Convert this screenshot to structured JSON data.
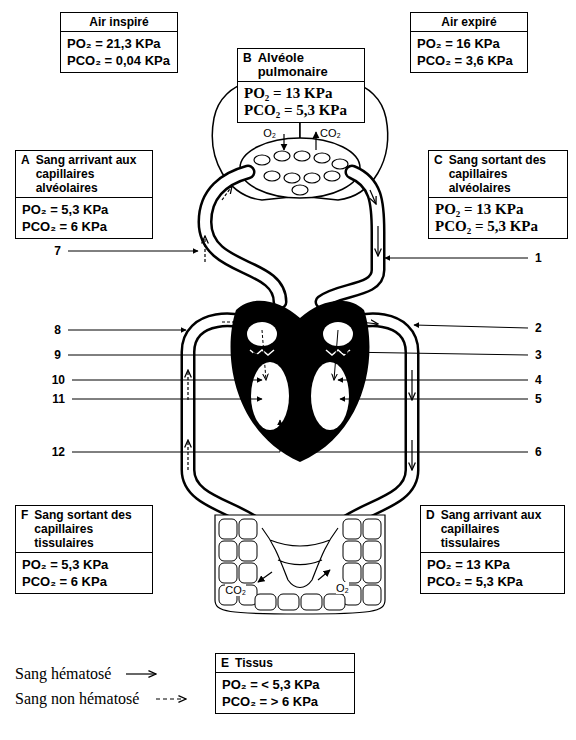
{
  "diagram": {
    "nodes": [
      {
        "text": [
          "Air inspiré",
          "PO₂ = 21,3 KPa",
          "PCO₂ = 0,04 KPa"
        ]
      },
      {
        "text": [
          "B",
          "Alvéole pulmonaire",
          "PO₂ = 13 KPa",
          "PCO₂ = 5,3 KPa"
        ]
      },
      {
        "text": [
          "Air expiré",
          "PO₂ = 16 KPa",
          "PCO₂ = 3,6 KPa"
        ]
      },
      {
        "text": [
          "A",
          "Sang arrivant aux capillaires alvéolaires",
          "PO₂ = 5,3 KPa",
          "PCO₂ = 6 KPa"
        ]
      },
      {
        "text": [
          "C",
          "Sang sortant des capillaires alvéolaires",
          "PO₂ = 13 KPa",
          "PCO₂ = 5,3 KPa"
        ]
      },
      {
        "text": [
          "F",
          "Sang sortant des capillaires tissulaires",
          "PO₂ = 5,3 KPa",
          "PCO₂ = 6 KPa"
        ]
      },
      {
        "text": [
          "D",
          "Sang arrivant aux capillaires tissulaires",
          "PO₂ = 13 KPa",
          "PCO₂ = 5,3 KPa"
        ]
      },
      {
        "text": [
          "E",
          "Tissus",
          "PO₂ = < 5,3 KPa",
          "PCO₂ = > 6 KPa"
        ]
      }
    ],
    "labels": [
      "O₂",
      "CO₂",
      "7",
      "1",
      "8",
      "2",
      "9",
      "3",
      "10",
      "4",
      "11",
      "5",
      "12",
      "6",
      "CO₂",
      "O₂"
    ],
    "legend": [
      {
        "text": "Sang hématosé"
      },
      {
        "text": "Sang non hématosé"
      }
    ]
  }
}
